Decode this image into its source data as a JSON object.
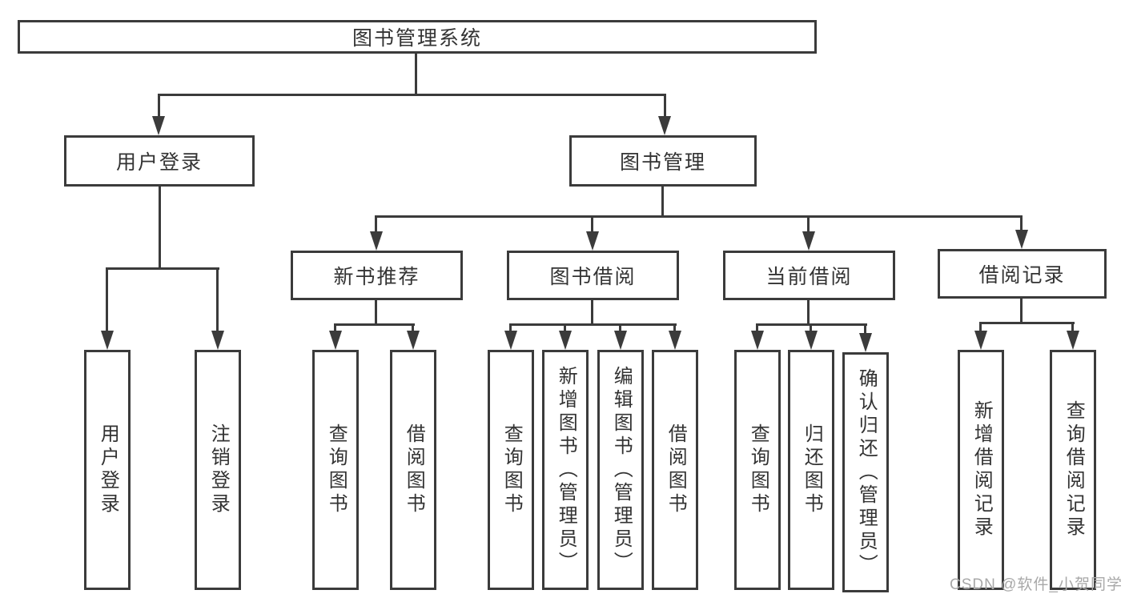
{
  "colors": {
    "line": "#3b3b3b",
    "text": "#333333",
    "watermark": "#a8a8a8",
    "background": "#ffffff"
  },
  "watermark": "CSDN @软件_小贺同学",
  "nodes": {
    "root": {
      "id": "library-management-system",
      "label": "图书管理系统"
    },
    "level2": [
      {
        "id": "user-login",
        "label": "用户登录",
        "parent": "library-management-system"
      },
      {
        "id": "book-management",
        "label": "图书管理",
        "parent": "library-management-system"
      }
    ],
    "level3": [
      {
        "id": "new-book-recommend",
        "label": "新书推荐",
        "parent": "book-management"
      },
      {
        "id": "book-borrowing",
        "label": "图书借阅",
        "parent": "book-management"
      },
      {
        "id": "current-borrowing",
        "label": "当前借阅",
        "parent": "book-management"
      },
      {
        "id": "borrowing-records",
        "label": "借阅记录",
        "parent": "book-management"
      }
    ],
    "leaves": [
      {
        "id": "user-login-leaf",
        "label": "用户登录",
        "parent": "user-login"
      },
      {
        "id": "logout",
        "label": "注销登录",
        "parent": "user-login"
      },
      {
        "id": "query-books-recommend",
        "label": "查询图书",
        "parent": "new-book-recommend"
      },
      {
        "id": "borrow-books-recommend",
        "label": "借阅图书",
        "parent": "new-book-recommend"
      },
      {
        "id": "query-books-borrowing",
        "label": "查询图书",
        "parent": "book-borrowing"
      },
      {
        "id": "add-books-admin",
        "label": "新增图书（管理员）",
        "parent": "book-borrowing"
      },
      {
        "id": "edit-books-admin",
        "label": "编辑图书（管理员）",
        "parent": "book-borrowing"
      },
      {
        "id": "borrow-books-borrowing",
        "label": "借阅图书",
        "parent": "book-borrowing"
      },
      {
        "id": "query-books-current",
        "label": "查询图书",
        "parent": "current-borrowing"
      },
      {
        "id": "return-books",
        "label": "归还图书",
        "parent": "current-borrowing"
      },
      {
        "id": "confirm-return-admin",
        "label": "确认归还（管理员）",
        "parent": "current-borrowing"
      },
      {
        "id": "add-borrow-record",
        "label": "新增借阅记录",
        "parent": "borrowing-records"
      },
      {
        "id": "query-borrow-record",
        "label": "查询借阅记录",
        "parent": "borrowing-records"
      }
    ]
  }
}
